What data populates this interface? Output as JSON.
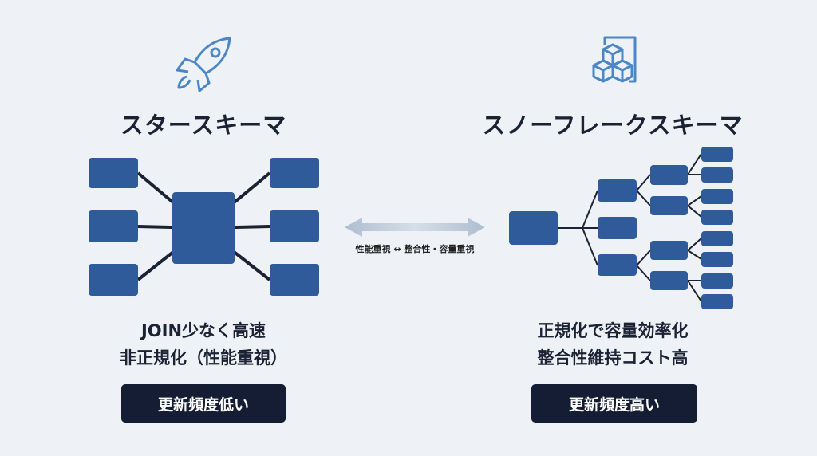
{
  "colors": {
    "background": "#eef2f6",
    "box": "#2f5b9a",
    "icon": "#4a86c8",
    "badge": "#141d33"
  },
  "star": {
    "icon": "rocket-icon",
    "title": "スタースキーマ",
    "desc_line1": "JOIN少なく高速",
    "desc_line2": "非正規化（性能重視）",
    "badge": "更新頻度低い"
  },
  "snowflake": {
    "icon": "cubes-icon",
    "title": "スノーフレークスキーマ",
    "desc_line1": "正規化で容量効率化",
    "desc_line2": "整合性維持コスト高",
    "badge": "更新頻度高い"
  },
  "tradeoff": {
    "label": "性能重視 ↔ 整合性・容量重視"
  }
}
